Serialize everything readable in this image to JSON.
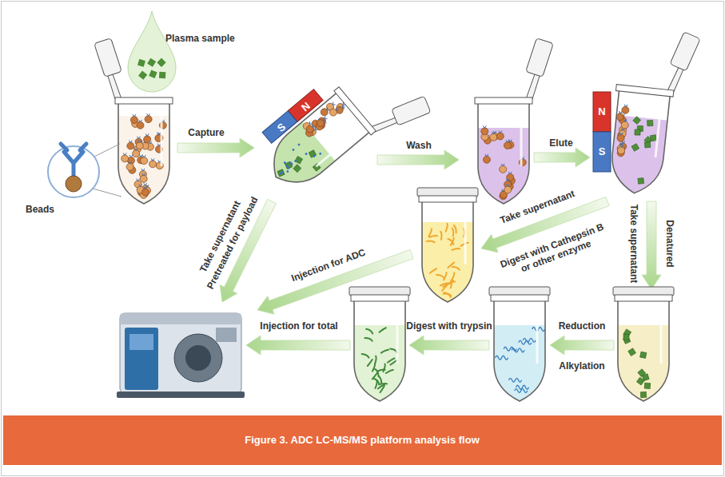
{
  "diagram": {
    "caption": "Figure 3. ADC LC-MS/MS platform analysis flow",
    "labels": [
      "Plasma sample",
      "Beads",
      "Capture",
      "S",
      "N",
      "Wash",
      "Elute",
      "N",
      "S",
      "Take supernatant",
      "Pretreated for payload",
      "Injection for ADC",
      "Take supernatant",
      "Digest with Cathepsin B or other enzyme",
      "Take supernatant",
      "Denatured",
      "Reduction",
      "Alkylation",
      "Digest with trypsin",
      "Injection for total"
    ]
  }
}
